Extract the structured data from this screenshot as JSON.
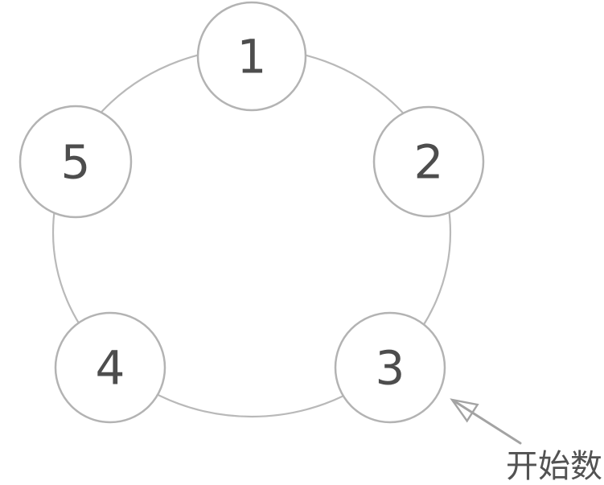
{
  "diagram": {
    "nodes": [
      {
        "label": "1"
      },
      {
        "label": "2"
      },
      {
        "label": "3"
      },
      {
        "label": "4"
      },
      {
        "label": "5"
      }
    ],
    "annotation": {
      "label": "开始数",
      "points_to_node": "3"
    },
    "colors": {
      "background": "#ffffff",
      "ring": "#b9b9b9",
      "node_border": "#b3b3b3",
      "node_fill": "#ffffff",
      "number": "#4d4d4d",
      "arrow": "#a3a3a3",
      "annotation_text": "#525252"
    }
  }
}
